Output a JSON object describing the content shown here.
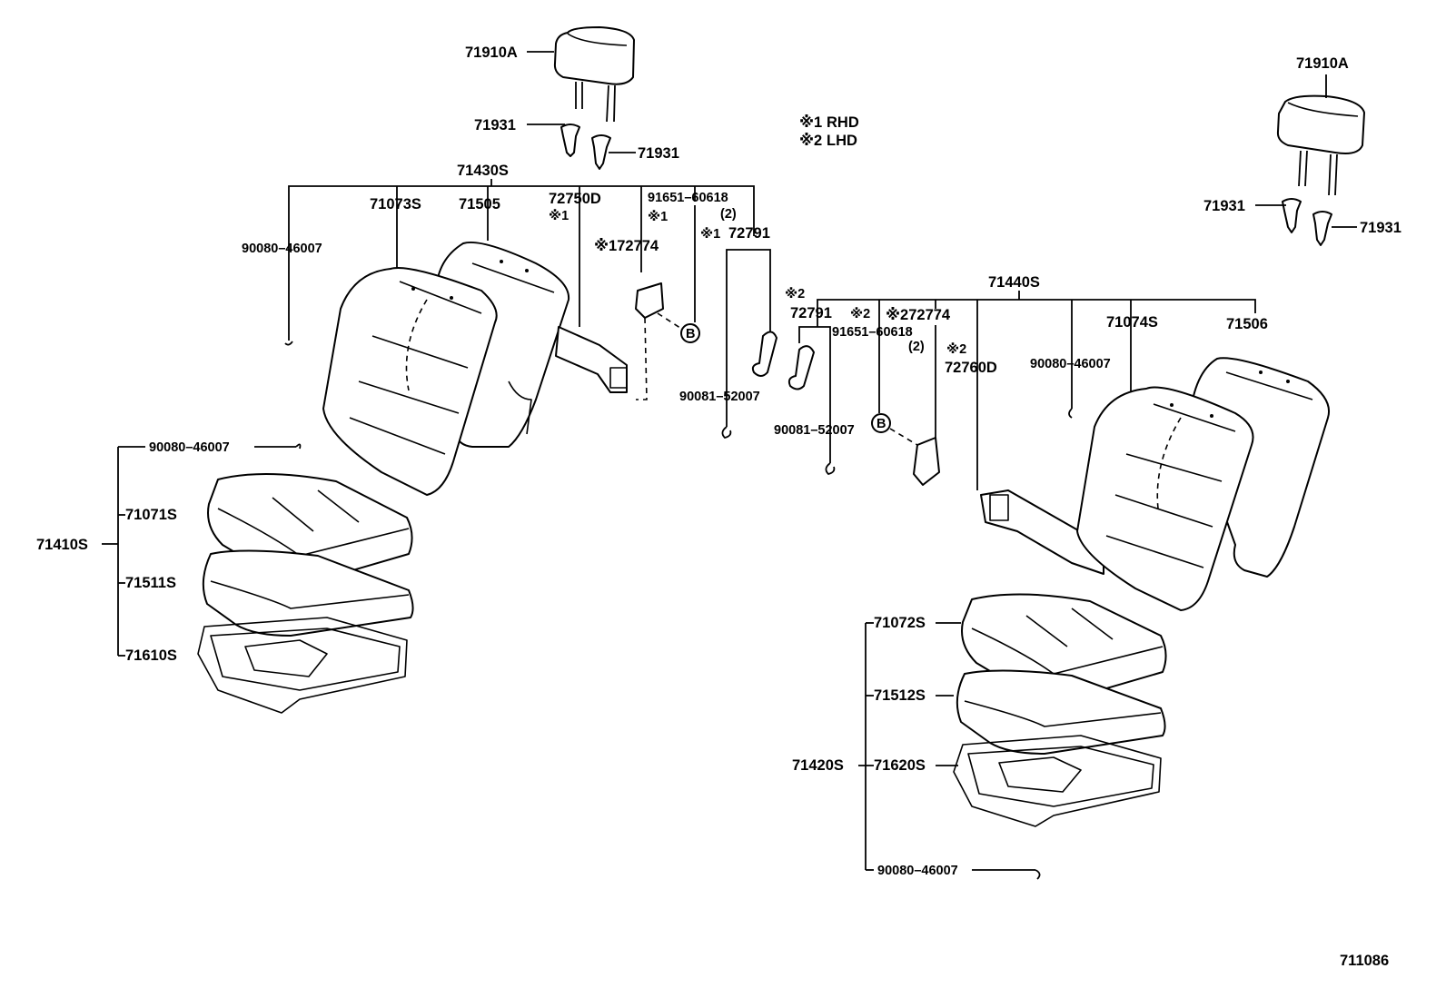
{
  "diagram_id": "711086",
  "legend": [
    {
      "mark": "※1",
      "text": "RHD"
    },
    {
      "mark": "※2",
      "text": "LHD"
    }
  ],
  "left_group": {
    "headrest": "71910A",
    "guide_a": "71931",
    "guide_b": "71931",
    "back_assy": "71430S",
    "clip_90080": "90080–46007",
    "back_cover": "71073S",
    "back_pad": "71505",
    "recliner_mark": "※1",
    "recliner": "72750D",
    "screw": "91651–60618",
    "screw_qty": "(2)",
    "screw_mark": "※1",
    "cover_72774": "※172774",
    "knob_mark": "※1",
    "knob": "72791",
    "clip_90081": "90081–52007",
    "cushion_clip": "90080–46007",
    "cushion_cover": "71071S",
    "cushion_assy": "71410S",
    "cushion_pad": "71511S",
    "frame": "71610S"
  },
  "right_group": {
    "headrest": "71910A",
    "guide_a": "71931",
    "guide_b": "71931",
    "back_assy": "71440S",
    "knob_mark": "※2",
    "knob": "72791",
    "screw_mark": "※2",
    "screw": "91651–60618",
    "screw_qty": "(2)",
    "cover_72774": "※272774",
    "recliner_mark": "※2",
    "recliner": "72760D",
    "clip_90080": "90080–46007",
    "back_cover": "71074S",
    "back_pad": "71506",
    "clip_90081": "90081–52007",
    "cushion_cover": "71072S",
    "cushion_pad": "71512S",
    "cushion_assy": "71420S",
    "frame": "71620S",
    "cushion_clip": "90080–46007"
  },
  "circle_marker": "B"
}
